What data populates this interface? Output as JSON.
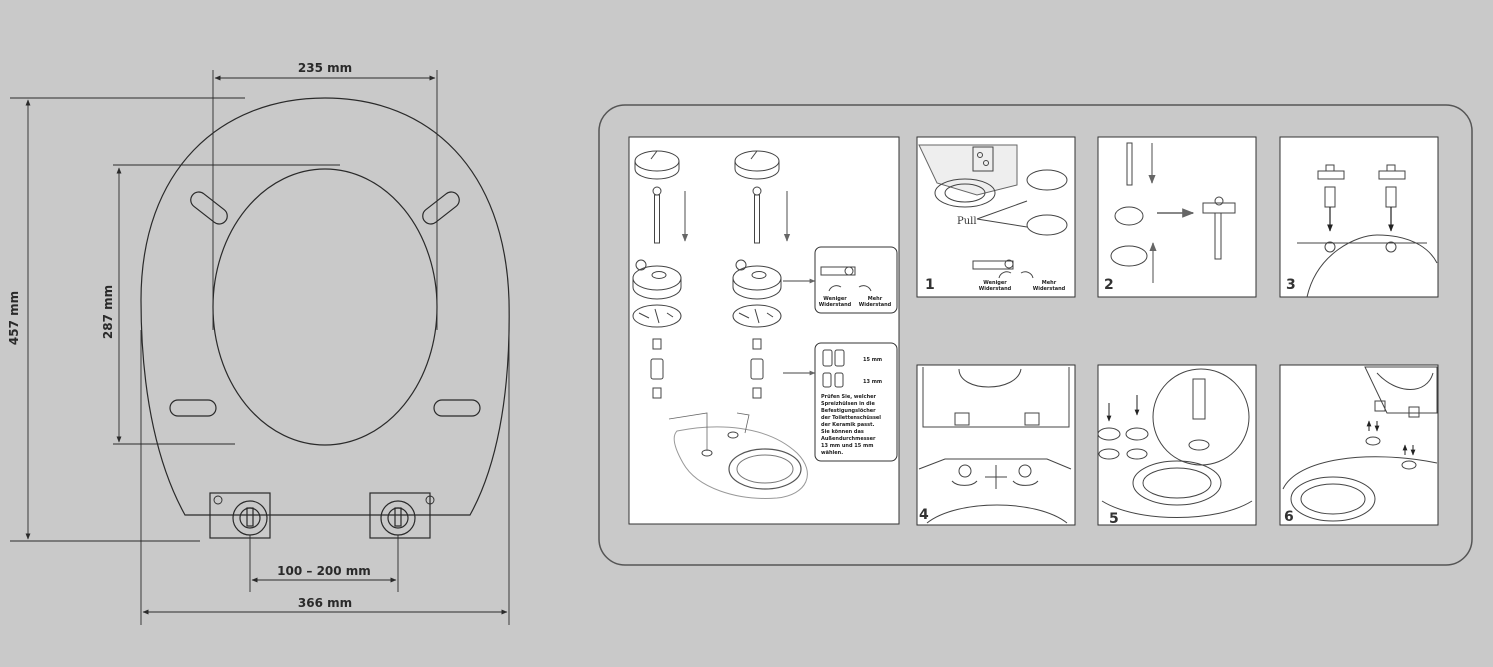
{
  "dimensions": {
    "top_width": "235 mm",
    "total_length": "457 mm",
    "opening_length": "287 mm",
    "hinge_spacing": "100 – 200 mm",
    "total_width": "366 mm"
  },
  "instructions": {
    "panel1": {
      "resistance_less": [
        "Weniger",
        "Widerstand"
      ],
      "resistance_more": [
        "Mehr",
        "Widerstand"
      ],
      "bolt_15": "15 mm",
      "bolt_13": "13 mm",
      "note_lines": [
        "Prüfen Sie, welcher",
        "Spreizhülsen in die",
        "Befestigungslöcher",
        "der Toilettenschüssel",
        "der Keramik passt.",
        "Sie können das",
        "Außendurchmesser",
        "13 mm und 15 mm",
        "wählen."
      ]
    },
    "step1": {
      "number": "1",
      "pull": "Pull",
      "resistance_less": [
        "Weniger",
        "Widerstand"
      ],
      "resistance_more": [
        "Mehr",
        "Widerstand"
      ]
    },
    "step2": {
      "number": "2"
    },
    "step3": {
      "number": "3"
    },
    "step4": {
      "number": "4"
    },
    "step5": {
      "number": "5"
    },
    "step6": {
      "number": "6"
    }
  },
  "colors": {
    "background": "#c9c9c9",
    "line": "#2a2a2a",
    "panel": "#ffffff",
    "arrow_gray": "#888888"
  }
}
